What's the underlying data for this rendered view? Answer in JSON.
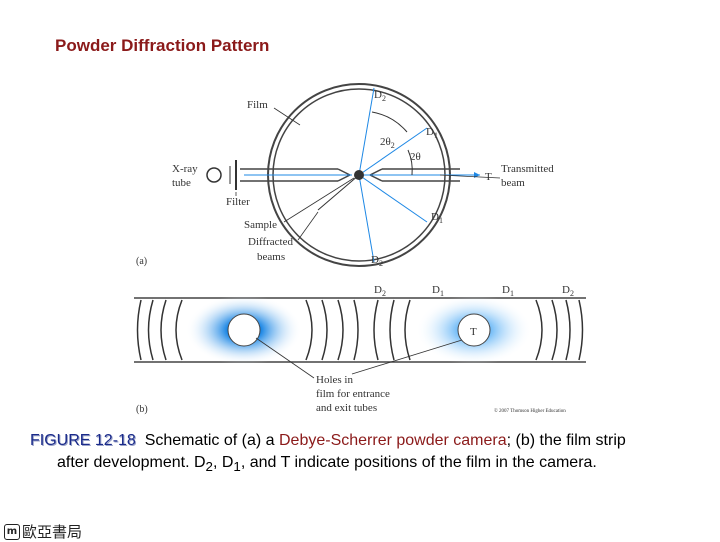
{
  "slide": {
    "title": "Powder Diffraction Pattern"
  },
  "diagram_a": {
    "panel_label": "(a)",
    "labels": {
      "film": "Film",
      "xray_line1": "X-ray",
      "xray_line2": "tube",
      "filter": "Filter",
      "sample": "Sample",
      "diffracted_line1": "Diffracted",
      "diffracted_line2": "beams",
      "transmitted_line1": "Transmitted",
      "transmitted_line2": "beam",
      "t": "T",
      "d2_top": "D",
      "d2_top_sub": "2",
      "d1_top": "D",
      "d1_top_sub": "1",
      "d1_bottom": "D",
      "d1_bottom_sub": "1",
      "d2_bottom": "D",
      "d2_bottom_sub": "2",
      "two_theta_2": "2θ",
      "two_theta_2_sub": "2",
      "two_theta": "2θ"
    }
  },
  "diagram_b": {
    "panel_label": "(b)",
    "top_labels": [
      {
        "main": "D",
        "sub": "2"
      },
      {
        "main": "D",
        "sub": "1"
      },
      {
        "main": "D",
        "sub": "1"
      },
      {
        "main": "D",
        "sub": "2"
      }
    ],
    "t_label": "T",
    "holes_line1": "Holes in",
    "holes_line2": "film for entrance",
    "holes_line3": "and exit tubes",
    "copyright": "© 2007 Thomson Higher Education"
  },
  "caption": {
    "figure_number": "FIGURE 12-18",
    "text_1": "Schematic of (a) a ",
    "highlight": "Debye-Scherrer powder camera",
    "text_2": "; (b) the film strip",
    "line2_a": "after development. D",
    "line2_sub2": "2",
    "line2_b": ", D",
    "line2_sub1": "1",
    "line2_c": ", and T indicate positions of the film in the camera."
  },
  "footer": {
    "logo_mark": "m",
    "publisher": "歐亞書局"
  },
  "colors": {
    "title": "#8b1a1a",
    "figure_number": "#1a2a8a",
    "beam_blue": "#1e88e5",
    "spot_blue": "#2196f3"
  }
}
